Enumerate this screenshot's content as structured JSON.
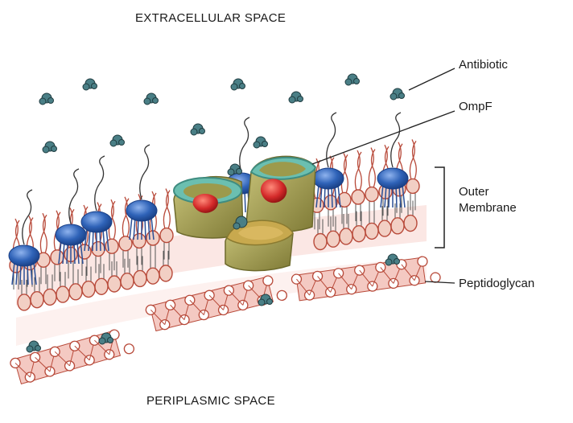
{
  "titles": {
    "top": "EXTRACELLULAR SPACE",
    "bottom": "PERIPLASMIC SPACE"
  },
  "labels": {
    "antibiotic": "Antibiotic",
    "ompf": "OmpF",
    "outer_line1": "Outer",
    "outer_line2": "Membrane",
    "peptidoglycan": "Peptidoglycan"
  },
  "colors": {
    "lipid_head": "#f2cfc4",
    "lipid_outline": "#b84a3a",
    "lps_blue": "#2f63b8",
    "porin_olive": "#9c9a4c",
    "porin_teal": "#6bbfb0",
    "porin_red": "#d42a2a",
    "antibiotic": "#4a7f86",
    "peptidoglycan_fill": "#f4c9c2",
    "membrane_shade": "#fbe4e1"
  }
}
